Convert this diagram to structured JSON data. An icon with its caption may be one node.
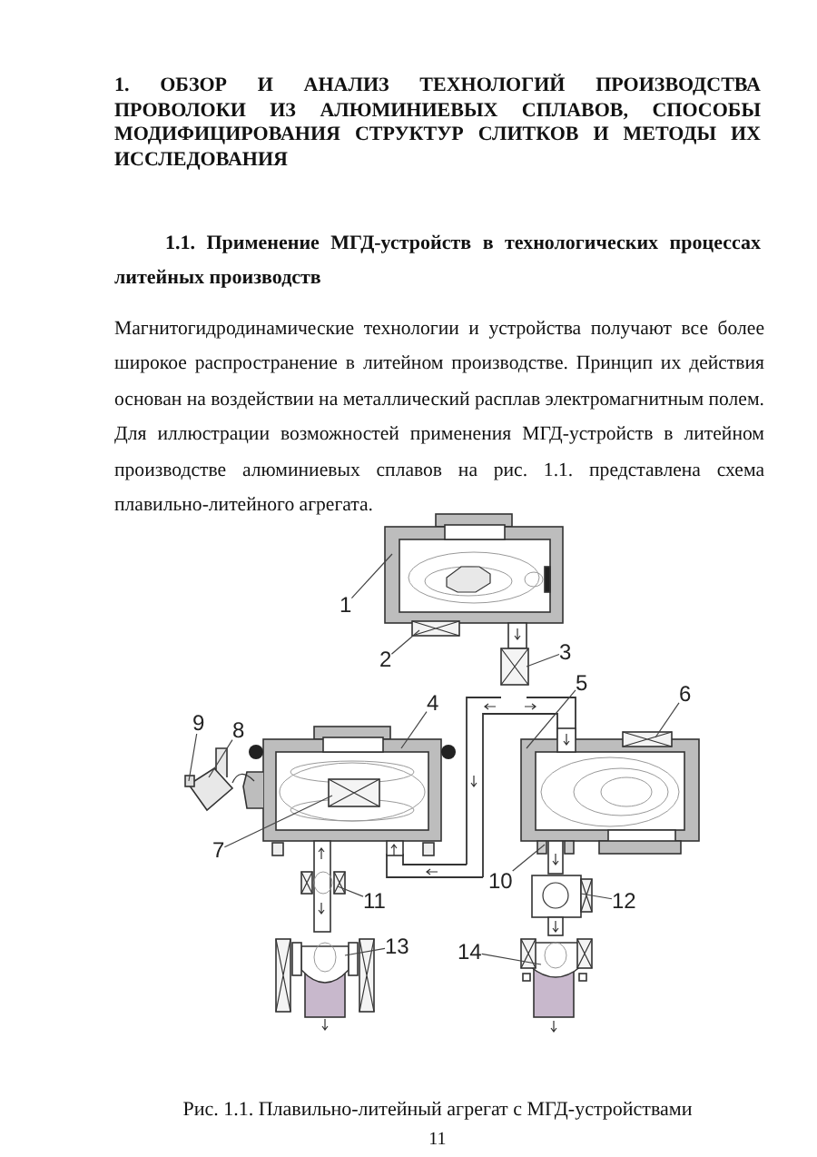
{
  "diagram": {
    "title": "1. ОБЗОР И АНАЛИЗ ТЕХНОЛОГИЙ ПРОИЗВОДСТВА ПРОВОЛОКИ ИЗ АЛЮМИНИЕВЫХ СПЛАВОВ, СПОСОБЫ МОДИФИЦИРОВАНИЯ СТРУКТУР СЛИТКОВ И МЕТОДЫ ИХ ИССЛЕДОВАНИЯ",
    "caption": "Рис. 1.1. Плавильно-литейный агрегат с МГД-устройствами",
    "nodes": [
      {
        "text": [
          "1"
        ]
      },
      {
        "text": [
          "2"
        ]
      },
      {
        "text": [
          "3"
        ]
      },
      {
        "text": [
          "4"
        ]
      },
      {
        "text": [
          "5"
        ]
      },
      {
        "text": [
          "6"
        ]
      },
      {
        "text": [
          "7"
        ]
      },
      {
        "text": [
          "8"
        ]
      },
      {
        "text": [
          "9"
        ]
      },
      {
        "text": [
          "10"
        ]
      },
      {
        "text": [
          "11"
        ]
      },
      {
        "text": [
          "12"
        ]
      },
      {
        "text": [
          "13"
        ]
      },
      {
        "text": [
          "14"
        ]
      }
    ],
    "edges": [
      {
        "from": 0,
        "to": null,
        "arrow": "none"
      },
      {
        "from": 1,
        "to": null,
        "arrow": "none"
      },
      {
        "from": 2,
        "to": null,
        "arrow": "none"
      },
      {
        "from": 3,
        "to": null,
        "arrow": "none"
      },
      {
        "from": 4,
        "to": null,
        "arrow": "none"
      },
      {
        "from": 5,
        "to": null,
        "arrow": "none"
      },
      {
        "from": 6,
        "to": null,
        "arrow": "none"
      },
      {
        "from": 7,
        "to": null,
        "arrow": "none"
      },
      {
        "from": 8,
        "to": null,
        "arrow": "none"
      },
      {
        "from": 9,
        "to": null,
        "arrow": "none"
      },
      {
        "from": 10,
        "to": null,
        "arrow": "none"
      },
      {
        "from": 11,
        "to": null,
        "arrow": "none"
      },
      {
        "from": 12,
        "to": null,
        "arrow": "none"
      },
      {
        "from": 13,
        "to": null,
        "arrow": "none"
      }
    ],
    "labels": [
      "1.1. Применение МГД-устройств в технологических процессах литейных производств",
      "Магнитогидродинамические технологии и устройства получают все более широкое распространение в литейном производстве. Принцип их действия основан на воздействии на металлический расплав электромагнитным полем. Для иллюстрации возможностей применения МГД-устройств в литейном производстве алюминиевых сплавов на рис. 1.1. представлена схема плавильно-литейного агрегата.",
      "11"
    ]
  }
}
